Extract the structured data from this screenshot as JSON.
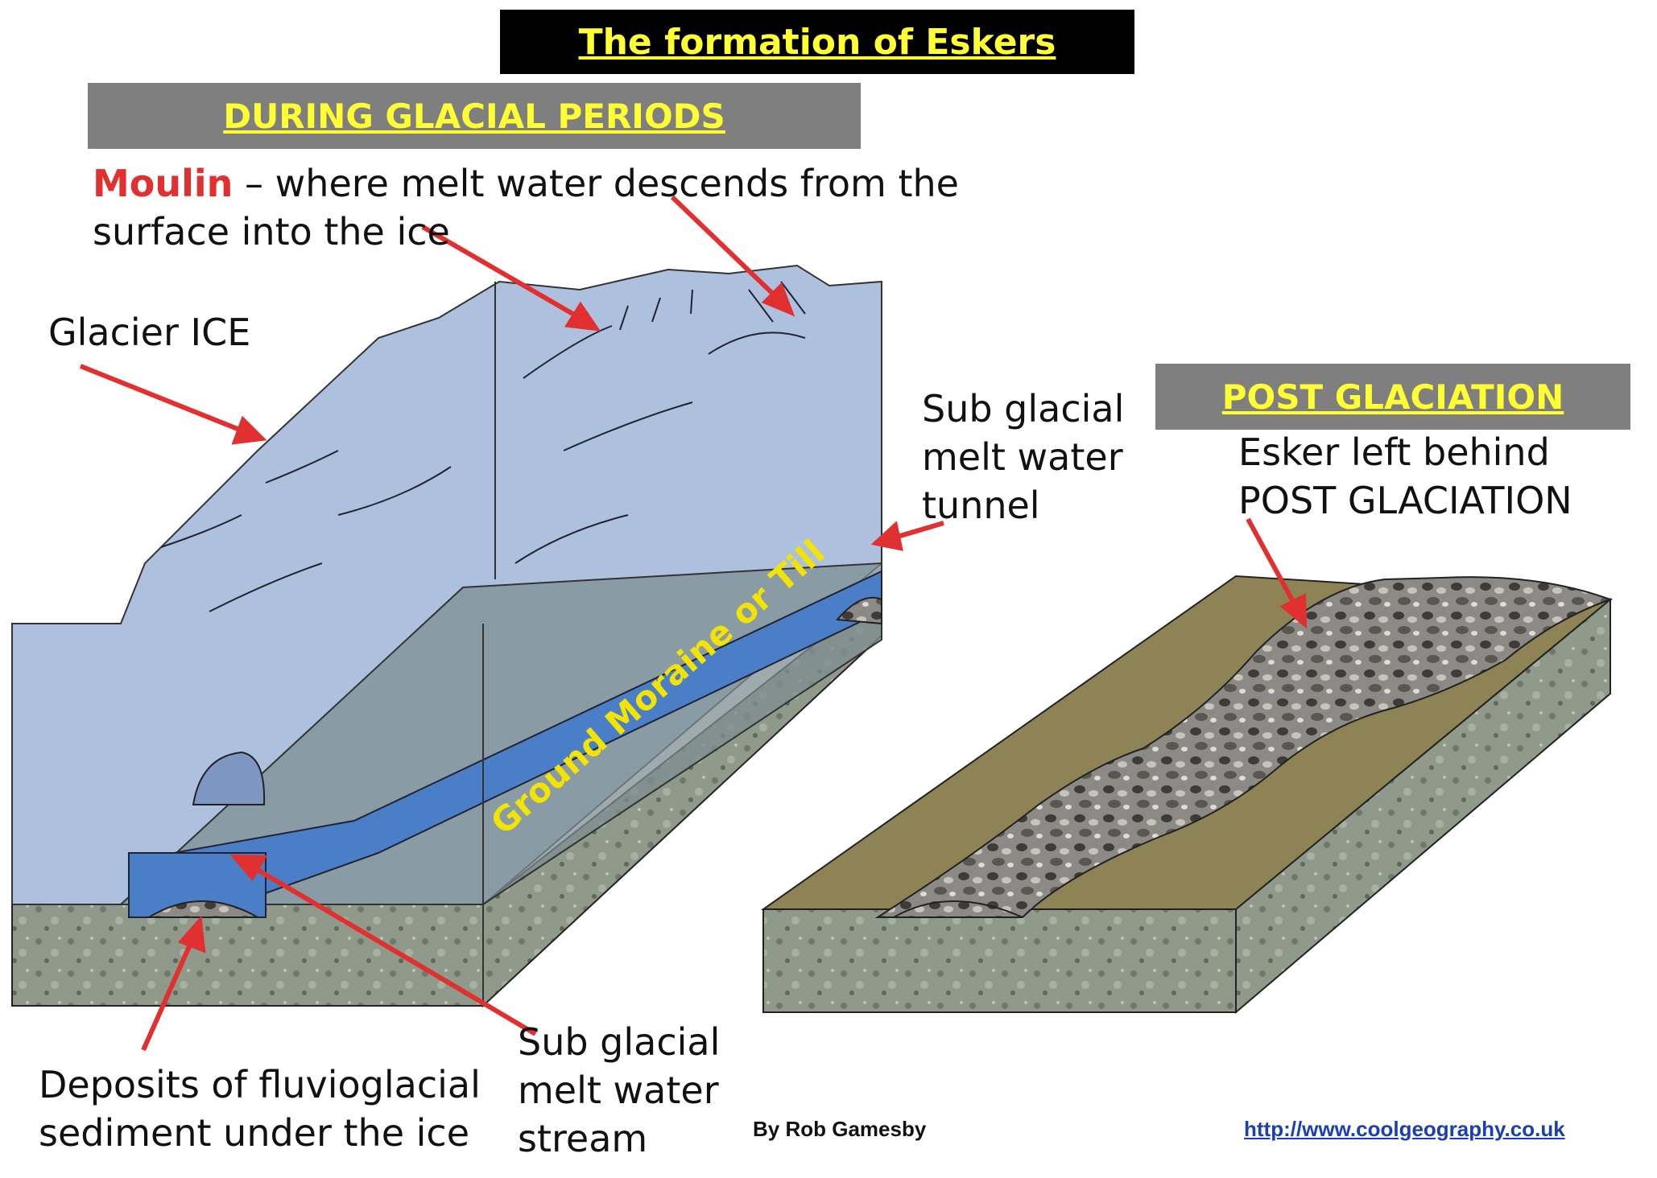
{
  "title": "The formation of Eskers",
  "sections": {
    "during": "DURING GLACIAL PERIODS",
    "post": "POST GLACIATION"
  },
  "labels": {
    "moulin_term": "Moulin",
    "moulin_rest_line1": " – where melt water descends from the",
    "moulin_rest_line2": "surface into the ice",
    "glacier_ice": "Glacier ICE",
    "tunnel_line1": "Sub glacial",
    "tunnel_line2": "melt water",
    "tunnel_line3": "tunnel",
    "esker_line1": "Esker left behind",
    "esker_line2": "POST GLACIATION",
    "deposits_line1": "Deposits of fluvioglacial",
    "deposits_line2": "sediment under the ice",
    "stream_line1": "Sub glacial",
    "stream_line2": "melt water",
    "stream_line3": "stream",
    "ground_moraine": "Ground Moraine or Till"
  },
  "credit": "By Rob Gamesby",
  "url": "http://www.coolgeography.co.uk",
  "colors": {
    "title_bg": "#000000",
    "banner_bg": "#7f7f7f",
    "banner_text": "#ffff33",
    "arrow": "#e03030",
    "ice": "#a9bedc",
    "water": "#4a7fc8",
    "ground": "#8f9a8a",
    "esker_plain": "#8e8354"
  }
}
